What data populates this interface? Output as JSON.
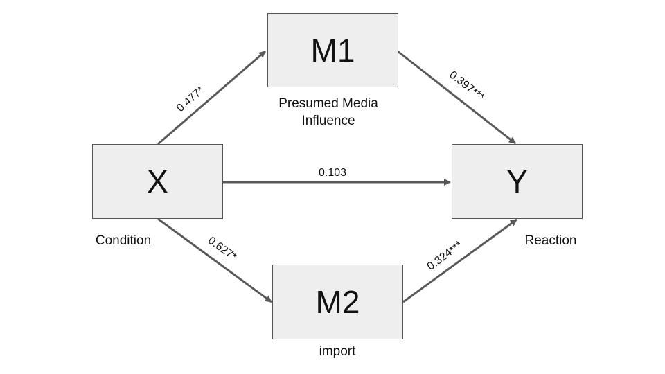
{
  "nodes": {
    "x": {
      "symbol": "X",
      "caption": "Condition"
    },
    "m1": {
      "symbol": "M1",
      "caption_line1": "Presumed Media",
      "caption_line2": "Influence"
    },
    "m2": {
      "symbol": "M2",
      "caption": "import"
    },
    "y": {
      "symbol": "Y",
      "caption": "Reaction"
    }
  },
  "paths": {
    "x_to_m1": "0.477*",
    "m1_to_y": "0.397***",
    "x_to_y": "0.103",
    "x_to_m2": "0.627*",
    "m2_to_y": "0.324***"
  },
  "colors": {
    "box_fill": "#eeeeee",
    "box_border": "#555555",
    "arrow": "#595959"
  }
}
